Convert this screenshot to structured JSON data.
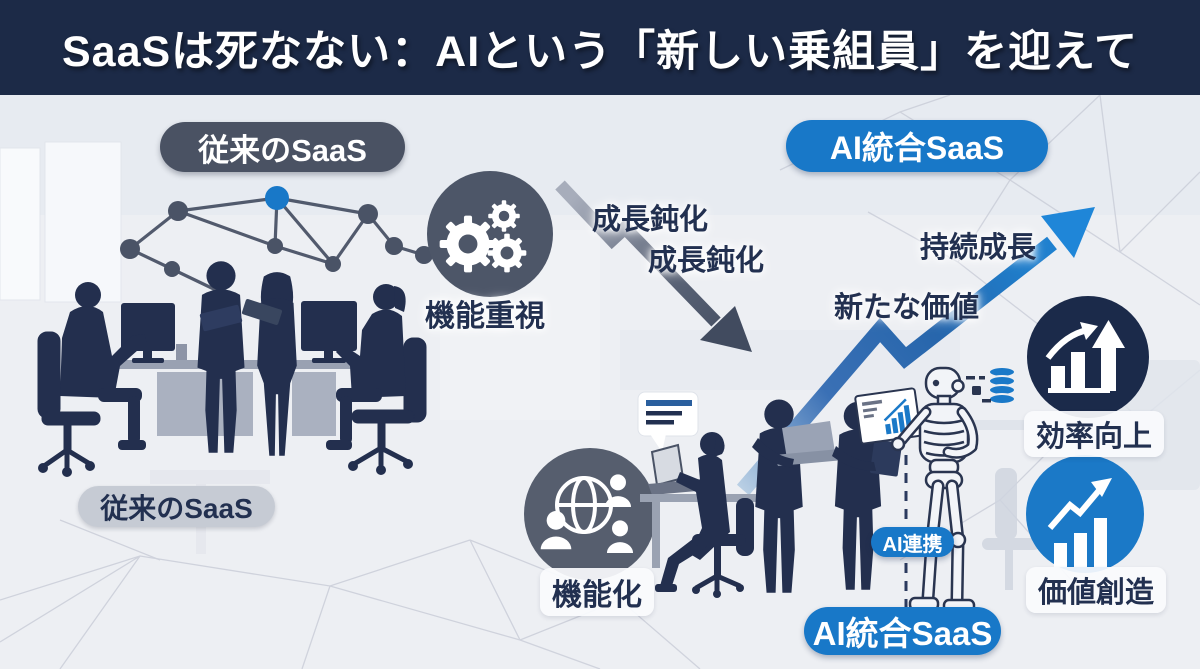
{
  "header": {
    "title": "SaaSは死なない：AIという「新しい乗組員」を迎えて",
    "bg_color": "#1c2a47",
    "text_color": "#ffffff"
  },
  "traditional_saas": {
    "top_pill": "従来のSaaS",
    "bottom_pill": "従来のSaaS",
    "feature_badge": {
      "label": "機能重視",
      "icon": "gears-icon",
      "circle_color": "#4d5668"
    },
    "function_badge": {
      "label": "機能化",
      "icon": "globe-users-icon",
      "circle_color": "#565e6e"
    },
    "network_icon": "network-nodes-icon",
    "pill_color": "#4a5263",
    "bottom_pill_color": "#c6cbd4"
  },
  "decline_arrow": {
    "icon": "zigzag-down-arrow-icon",
    "label_1": "成長鈍化",
    "label_2": "成長鈍化",
    "color": "#4a5366"
  },
  "growth_arrow": {
    "icon": "zigzag-up-arrow-icon",
    "label_top": "持続成長",
    "label_bottom": "新たな価値",
    "color": "#1f7cc9"
  },
  "ai_saas": {
    "top_pill": "AI統合SaaS",
    "bottom_pill": "AI統合SaaS",
    "link_pill": "AI連携",
    "pill_color": "#1878c8",
    "efficiency_badge": {
      "label": "効率向上",
      "icon": "bar-chart-double-arrow-icon",
      "circle_color": "#1b2a4a"
    },
    "creation_badge": {
      "label": "価値創造",
      "icon": "bar-chart-growth-arrow-icon",
      "circle_color": "#1b79c7"
    },
    "robot_icon": "ai-robot-illustration",
    "database_icon": "database-icon",
    "chat_icon": "speech-bubble-icon"
  },
  "colors": {
    "navy_text": "#223050",
    "silhouette": "#232f4e",
    "background": "#edeff3"
  }
}
